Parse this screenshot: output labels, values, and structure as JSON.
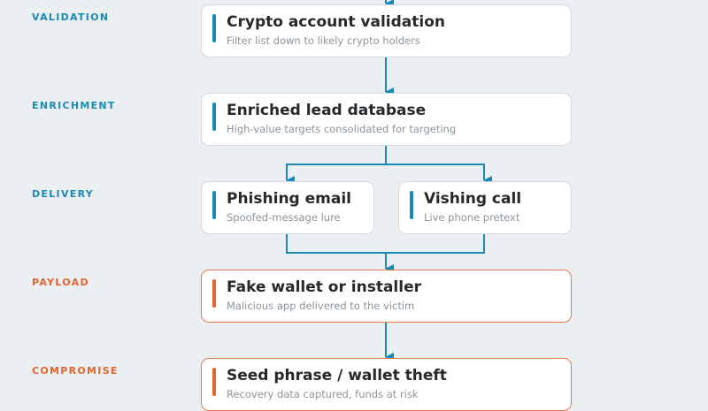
{
  "stages": {
    "validation": "VALIDATION",
    "enrichment": "ENRICHMENT",
    "delivery": "DELIVERY",
    "payload": "PAYLOAD",
    "compromise": "COMPROMISE"
  },
  "nodes": {
    "crypto_validation": {
      "title": "Crypto account validation",
      "subtitle": "Filter list down to likely crypto holders"
    },
    "enriched_db": {
      "title": "Enriched lead database",
      "subtitle": "High-value targets consolidated for targeting"
    },
    "phishing_email": {
      "title": "Phishing email",
      "subtitle": "Spoofed-message lure"
    },
    "vishing_call": {
      "title": "Vishing call",
      "subtitle": "Live phone pretext"
    },
    "fake_wallet": {
      "title": "Fake wallet or installer",
      "subtitle": "Malicious app delivered to the victim"
    },
    "seed_theft": {
      "title": "Seed phrase / wallet theft",
      "subtitle": "Recovery data captured, funds at risk"
    }
  },
  "colors": {
    "accent_blue": "#1b8ab3",
    "accent_orange": "#e0652e",
    "background": "#eceff1"
  }
}
